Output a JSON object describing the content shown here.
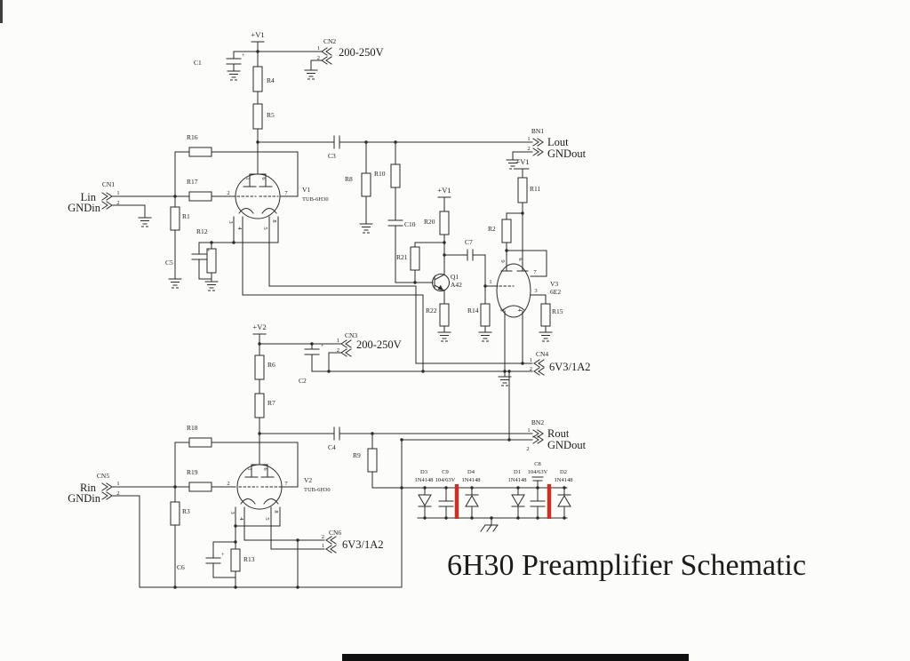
{
  "title": "6H30 Preamplifier Schematic",
  "colors": {
    "ink": "#2a2a28",
    "highlight": "#c63326",
    "paper": "#fcfcfb"
  },
  "labels": {
    "plus": "+",
    "v1_supply": "+V1",
    "v2_supply": "+V2",
    "hv_value": "200-250V",
    "heater_value": "6V3/1A2",
    "lin": "Lin",
    "rin": "Rin",
    "gnd_in": "GNDin",
    "lout": "Lout",
    "rout": "Rout",
    "gnd_out": "GNDout",
    "cn1": "CN1",
    "cn2": "CN2",
    "cn3": "CN3",
    "cn4": "CN4",
    "cn5": "CN5",
    "cn6": "CN6",
    "bn1": "BN1",
    "bn2": "BN2",
    "p1": "1",
    "p2": "2",
    "p3": "3",
    "p4": "4",
    "p5": "5",
    "p6": "6",
    "p7": "7",
    "p8": "8",
    "p9": "9",
    "r1": "R1",
    "r2": "R2",
    "r3": "R3",
    "r4": "R4",
    "r5": "R5",
    "r6": "R6",
    "r7": "R7",
    "r8": "R8",
    "r9": "R9",
    "r10": "R10",
    "r11": "R11",
    "r12": "R12",
    "r13": "R13",
    "r14": "R14",
    "r15": "R15",
    "r16": "R16",
    "r17": "R17",
    "r18": "R18",
    "r19": "R19",
    "r20": "R20",
    "r21": "R21",
    "r22": "R22",
    "c1": "C1",
    "c2": "C2",
    "c3": "C3",
    "c4": "C4",
    "c5": "C5",
    "c6": "C6",
    "c7": "C7",
    "c8": "C8",
    "c9": "C9",
    "c10": "C10",
    "cap_value": "104/63V",
    "v1": "V1",
    "v1_type": "TUB-6H30",
    "v2": "V2",
    "v2_type": "TUB-6H30",
    "v3": "V3",
    "v3_type": "6E2",
    "q1": "Q1",
    "q1_type": "A42",
    "d1": "D1",
    "d2": "D2",
    "d3": "D3",
    "d4": "D4",
    "diode_type": "1N4148"
  }
}
